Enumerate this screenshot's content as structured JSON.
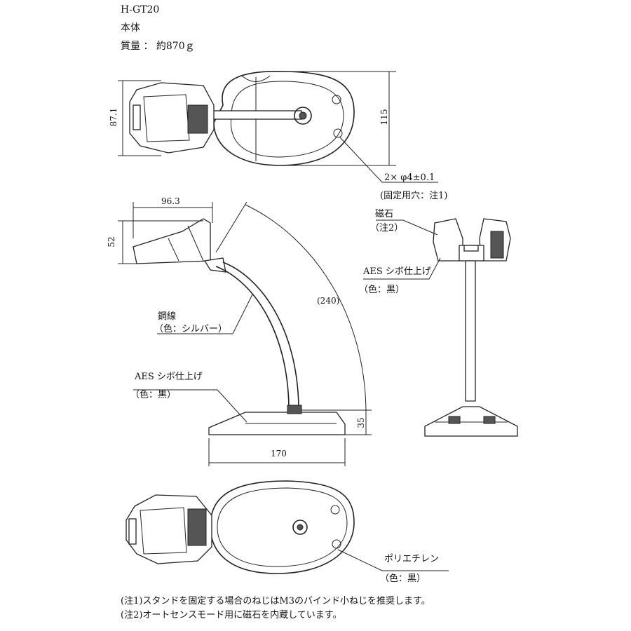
{
  "header": {
    "model": "H-GT20",
    "part": "本体",
    "weight": "質量 ： 約870ｇ"
  },
  "dimensions": {
    "top_height": "87.1",
    "top_depth": "115",
    "holes": "2× φ4±0.1",
    "holes_note": "(固定用穴：注1)",
    "head_width": "96.3",
    "head_height": "52",
    "arm_length": "(240)",
    "base_height": "35",
    "base_width": "170"
  },
  "callouts": {
    "magnet": "磁石",
    "magnet_note": "（注2）",
    "finish_right": "AES シボ仕上げ",
    "finish_right_color": "（色：黒）",
    "wire": "鋼線",
    "wire_color": "（色：シルバー）",
    "finish_left": "AES シボ仕上げ",
    "finish_left_color": "（色：黒）",
    "poly": "ポリエチレン",
    "poly_color": "（色：黒）"
  },
  "notes": {
    "note1": "(注1)スタンドを固定する場合のねじはM3のバインド小ねじを推奨します。",
    "note2": "(注2)オートセンスモード用に磁石を内蔵しています。"
  }
}
